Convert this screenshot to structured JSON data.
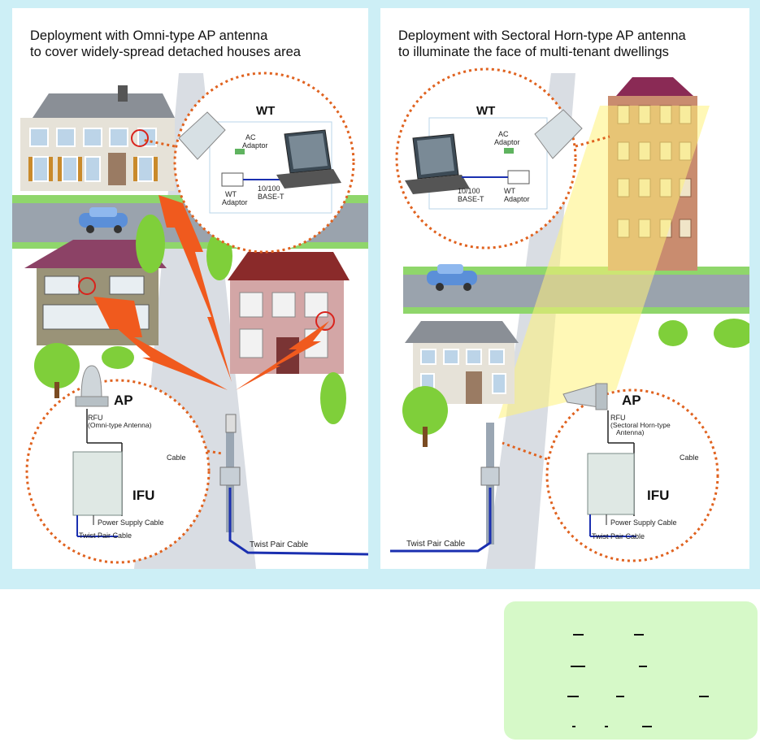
{
  "left_panel": {
    "title_line1": "Deployment with Omni-type AP antenna",
    "title_line2": "to cover widely-spread detached houses area",
    "wt_header": "WT",
    "ac_adaptor_1": "AC",
    "ac_adaptor_2": "Adaptor",
    "wt_adaptor_1": "WT",
    "wt_adaptor_2": "Adaptor",
    "base_t_1": "10/100",
    "base_t_2": "BASE-T",
    "ap_header": "AP",
    "rfu_1": "RFU",
    "rfu_2": "(Omni-type Antenna)",
    "cable": "Cable",
    "ifu_header": "IFU",
    "power_supply_cable": "Power Supply Cable",
    "twist_pair_cable_small": "Twist Pair Cable",
    "twist_pair_cable": "Twist Pair Cable"
  },
  "right_panel": {
    "title_line1": "Deployment with Sectoral Horn-type AP antenna",
    "title_line2": "to illuminate the face of multi-tenant dwellings",
    "wt_header": "WT",
    "ac_adaptor_1": "AC",
    "ac_adaptor_2": "Adaptor",
    "wt_adaptor_1": "WT",
    "wt_adaptor_2": "Adaptor",
    "base_t_1": "10/100",
    "base_t_2": "BASE-T",
    "ap_header": "AP",
    "rfu_1": "RFU",
    "rfu_2": "(Sectoral Horn-type",
    "rfu_3": "Antenna)",
    "cable": "Cable",
    "ifu_header": "IFU",
    "power_supply_cable": "Power Supply Cable",
    "twist_pair_cable_small": "Twist Pair Cable",
    "twist_pair_cable": "Twist Pair Cable"
  },
  "colors": {
    "frame": "#cdeff6",
    "signal": "#f05a1e",
    "dotted_circle": "#e0621f",
    "cable": "#1a2fb0",
    "note_box": "#d6f9c8"
  }
}
